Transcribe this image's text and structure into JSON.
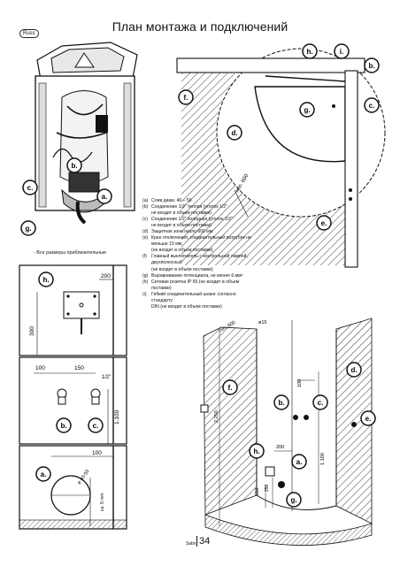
{
  "header": {
    "title": "План монтажа и подключений",
    "lang_badge": "Russ"
  },
  "note": "- Все размеры приблизительные",
  "legend": [
    {
      "key": "(a)",
      "text": "Слив диам. 40 – 50"
    },
    {
      "key": "(b)",
      "text": "Соединение 1/2\" теплая (уголок 1/2\""
    },
    {
      "key": "",
      "text": "не входит в объем поставки)"
    },
    {
      "key": "(c)",
      "text": "Соединение 1/2\" холодная (уголок 1/2\""
    },
    {
      "key": "",
      "text": "не входит в объем поставки)"
    },
    {
      "key": "(d)",
      "text": "Защитная зона около 600 мм"
    },
    {
      "key": "(e)",
      "text": "Кран отключения; соединительный патрубок не меньше 15 мм"
    },
    {
      "key": "",
      "text": "(не входит в объем поставки)"
    },
    {
      "key": "(f)",
      "text": "Главный выключатель с контрольной лампой, двухполюсный"
    },
    {
      "key": "",
      "text": "(не входит в объем поставки)"
    },
    {
      "key": "(g)",
      "text": "Выравнивание потенциала, не менее 6 мм²"
    },
    {
      "key": "(h)",
      "text": "Сетевая розетка IP 65 (не входит в объем поставки)"
    },
    {
      "key": "(i)",
      "text": "Гибкий соединительный шланг согласно стандарту"
    },
    {
      "key": "",
      "text": "DIN (не входит в объем поставки)"
    }
  ],
  "markers": {
    "a": "a.",
    "b": "b.",
    "c": "c.",
    "d": "d.",
    "e": "e.",
    "f": "f.",
    "g": "g.",
    "h": "h.",
    "i": "i."
  },
  "dims": {
    "d200": "200",
    "d300": "300",
    "d100": "100",
    "d150": "150",
    "half": "1/2\"",
    "d1100": "1.100",
    "phi": "ø 40-50",
    "ca5": "ca. 5 mm",
    "min600": "min. 600",
    "phi15": "ø15",
    "d2250": "2.250",
    "d1100b": "1.100",
    "d100b": "100",
    "d200b": "200",
    "d350": "350",
    "d250": "250"
  },
  "footer": {
    "page_label": "Satin",
    "page_number": "34"
  }
}
